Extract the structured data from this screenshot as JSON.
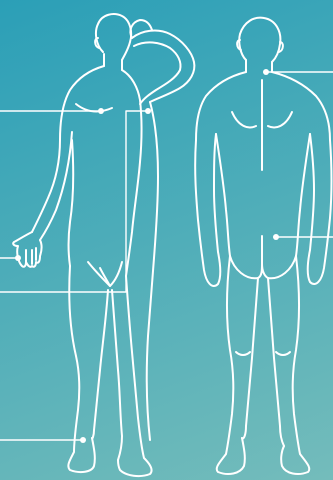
{
  "background": {
    "gradient_from": "#2b9fb7",
    "gradient_to": "#74bcbb"
  },
  "figure": {
    "stroke_color": "#ffffff"
  },
  "figures": [
    {
      "name": "front-view-figure",
      "icon": "human-body-front-outline"
    },
    {
      "name": "back-view-figure",
      "icon": "human-body-back-outline"
    }
  ],
  "callouts": [
    {
      "name": "callout-left-shoulder",
      "marker": "dot"
    },
    {
      "name": "callout-right-chest",
      "marker": "dot"
    },
    {
      "name": "callout-left-hand",
      "marker": "dot"
    },
    {
      "name": "callout-left-foot",
      "marker": "dot"
    },
    {
      "name": "callout-upper-back",
      "marker": "dot"
    },
    {
      "name": "callout-lower-back",
      "marker": "dot"
    }
  ]
}
